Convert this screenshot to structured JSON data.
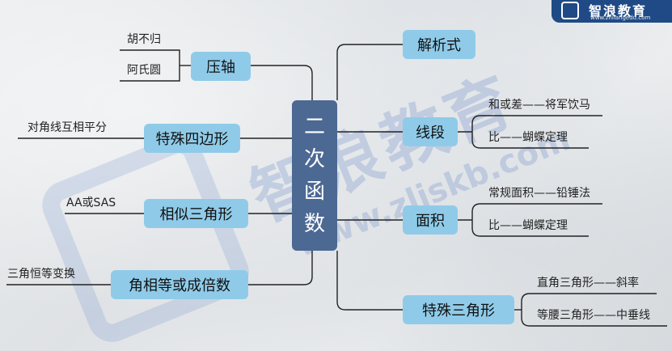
{
  "logo": {
    "brand": "智浪教育",
    "url": "www.zhilangedu.com"
  },
  "watermark": {
    "brand": "智浪教育",
    "url": "www.zljskb.com"
  },
  "center": {
    "chars": [
      "二",
      "次",
      "函",
      "数"
    ]
  },
  "left": {
    "yazhou": {
      "label": "压轴",
      "leaves": [
        "胡不归",
        "阿氏圆"
      ]
    },
    "sibianxing": {
      "label": "特殊四边形",
      "leaf": "对角线互相平分"
    },
    "xiangsi": {
      "label": "相似三角形",
      "leaf": "AA或SAS"
    },
    "jiao": {
      "label": "角相等或成倍数",
      "leaf": "三角恒等变换"
    }
  },
  "right": {
    "jiexi": {
      "label": "解析式"
    },
    "xianduan": {
      "label": "线段",
      "leaves": [
        "和或差——将军饮马",
        "比——蝴蝶定理"
      ]
    },
    "mianji": {
      "label": "面积",
      "leaves": [
        "常规面积——铅锤法",
        "比——蝴蝶定理"
      ]
    },
    "sanjiao": {
      "label": "特殊三角形",
      "leaves": [
        "直角三角形——斜率",
        "等腰三角形——中垂线"
      ]
    }
  }
}
